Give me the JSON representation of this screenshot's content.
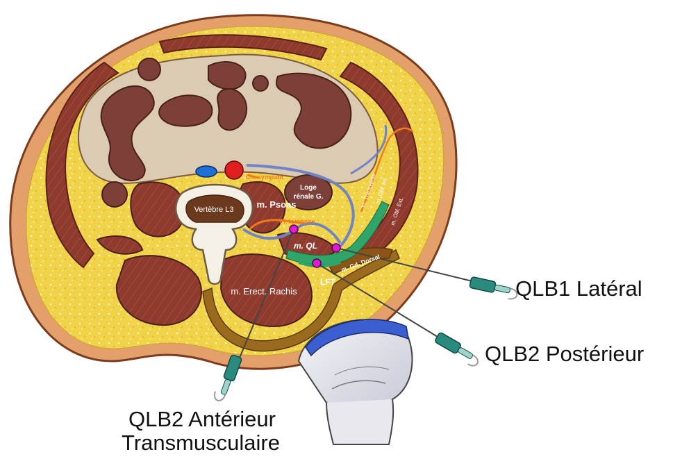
{
  "anatomy_labels": {
    "vertebra": "Vertèbre L3",
    "psoas": "m. Psoas",
    "kidney_line1": "Loge",
    "kidney_line2": "rénale G.",
    "ql": "m. QL",
    "erector": "m. Erect. Rachis",
    "lumbar_plexus": "Pl. lombaire",
    "sympathetic": "Ch. sympath.",
    "transverse": "m. Transverse",
    "oblique_internal": "m. Obl. Int.",
    "oblique_external": "m. Obl. Ext.",
    "latissimus": "m. Gd. Dorsal",
    "tlf": "LFT"
  },
  "callouts": {
    "qlb1": "QLB1 Latéral",
    "qlb2_posterior": "QLB2 Postérieur",
    "qlb2_anterior_line1": "QLB2 Antérieur",
    "qlb2_anterior_line2": "Transmusculaire"
  },
  "colors": {
    "fat": "#f1d34a",
    "muscle": "#8e3a2e",
    "peritoneal": "#dccbb3",
    "bowel": "#7c4039",
    "fascia_blue": "#6f83c6",
    "nerve_orange": "#f07b1a",
    "tlf_green": "#2fa56a",
    "target_magenta": "#e11ad6",
    "needle_hub": "#2a8a7d",
    "probe_blue": "#3b5fd1",
    "artery": "#e02020",
    "vein": "#1f6fd6"
  }
}
